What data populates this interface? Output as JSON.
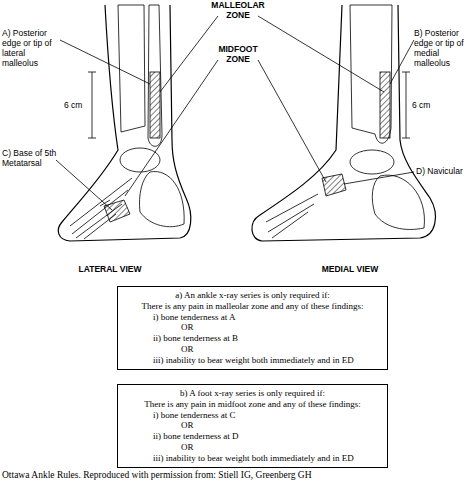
{
  "diagram": {
    "caption": "Ottawa Ankle Rules. Reproduced with permission from: Stiell IG, Greenberg GH",
    "nodes": [
      {
        "text": [
          "a) An ankle x-ray series is only required if:",
          "There is any pain in malleolar zone and any of these findings:",
          "i) bone tenderness at A",
          "OR",
          "ii) bone tenderness at B",
          "OR",
          "iii) inability to bear weight both immediately and in ED"
        ]
      },
      {
        "text": [
          "b) A foot x-ray series is only required if:",
          "There is any pain in midfoot zone and any of these findings:",
          "i) bone tenderness at C",
          "OR",
          "ii) bone tenderness at D",
          "OR",
          "iii) inability to bear weight both immediately and in ED"
        ]
      }
    ],
    "labels": [
      "MALLEOLAR ZONE",
      "A) Posterior edge or tip of lateral malleolus",
      "MIDFOOT ZONE",
      "B) Posterior edge or tip of medial malleolus",
      "6 cm",
      "6 cm",
      "C) Base of 5th Metatarsal",
      "D) Navicular",
      "LATERAL VIEW",
      "MEDIAL VIEW"
    ]
  }
}
